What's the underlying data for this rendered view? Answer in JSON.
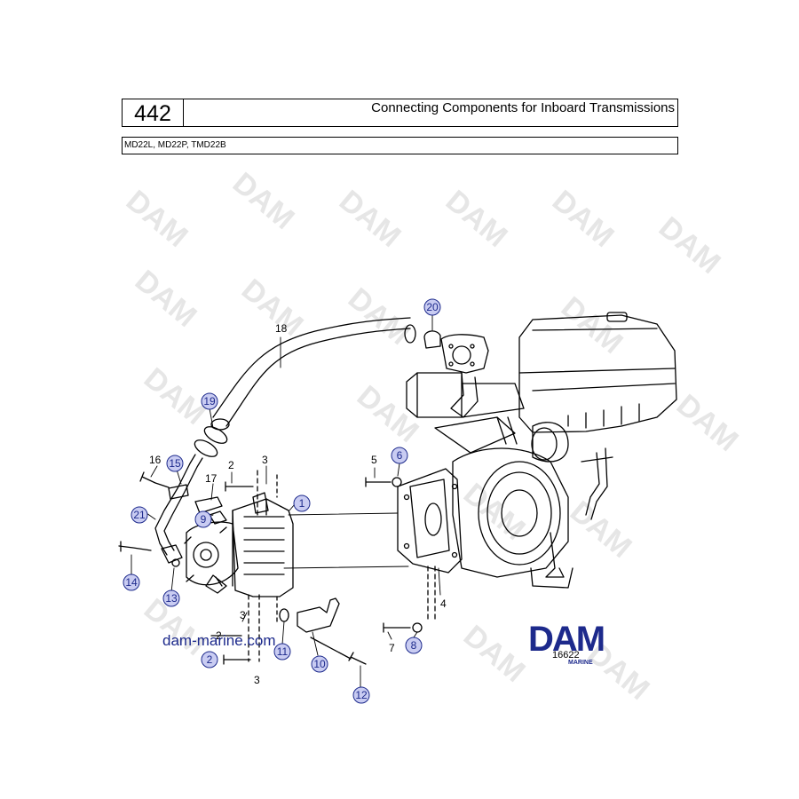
{
  "header": {
    "page_number": "442",
    "title": "Connecting Components for Inboard Transmissions",
    "models": "MD22L, MD22P, TMD22B"
  },
  "website": "dam-marine.com",
  "figure_number": "16622",
  "logo": {
    "text": "DAM",
    "subtext": "MARINE",
    "color": "#1d2a8c"
  },
  "watermark_text": "DAM",
  "callouts": {
    "c1": "1",
    "c2a": "2",
    "c2b": "2",
    "c2c": "2",
    "c3a": "3",
    "c3b": "3",
    "c3c": "3",
    "c4": "4",
    "c5": "5",
    "c6": "6",
    "c7": "7",
    "c8": "8",
    "c9": "9",
    "c10": "10",
    "c11": "11",
    "c12": "12",
    "c13": "13",
    "c14": "14",
    "c15": "15",
    "c16": "16",
    "c17": "17",
    "c18": "18",
    "c19": "19",
    "c20": "20",
    "c21": "21"
  },
  "colors": {
    "line": "#000000",
    "callout_circle": "#1d2a8c"
  }
}
